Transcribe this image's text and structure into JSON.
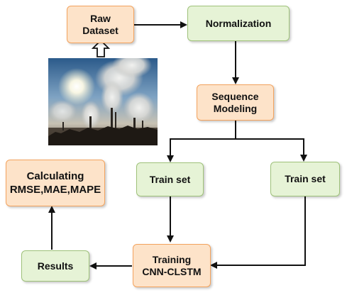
{
  "nodes": {
    "raw_dataset": {
      "lines": [
        "Raw",
        "Dataset"
      ]
    },
    "normalization": {
      "label": "Normalization"
    },
    "sequence_modeling": {
      "lines": [
        "Sequence",
        "Modeling"
      ]
    },
    "train_set_left": {
      "label": "Train set"
    },
    "train_set_right": {
      "label": "Train set"
    },
    "training": {
      "lines": [
        "Training",
        "CNN-CLSTM"
      ]
    },
    "results": {
      "label": "Results"
    },
    "calculating": {
      "lines": [
        "Calculating",
        "RMSE,MAE,MAPE"
      ]
    }
  },
  "image": {
    "subject": "industrial smokestacks emitting smoke under hazy sun"
  },
  "colors": {
    "orange_fill": "#fde3c9",
    "orange_border": "#f3a35e",
    "green_fill": "#e6f3d6",
    "green_border": "#9fc27a",
    "arrow": "#111111"
  }
}
